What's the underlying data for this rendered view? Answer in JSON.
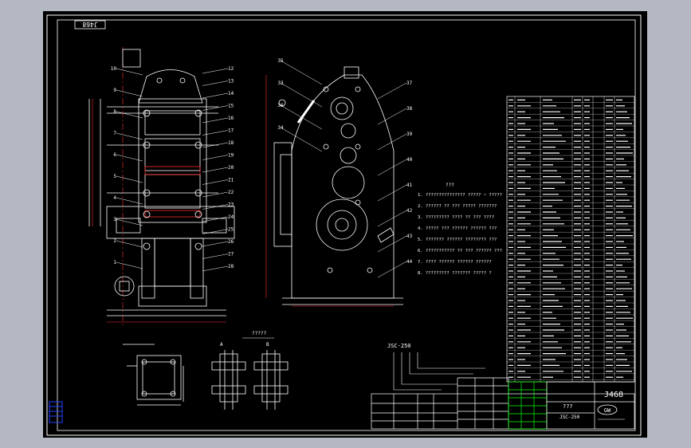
{
  "drawing": {
    "frame_code": "J468",
    "title_code": "J468",
    "title_small": "???",
    "model": "JSC-250",
    "logo": "GW",
    "notes_heading": "???",
    "section_label": "?????",
    "view_label_a": "A",
    "view_label_b": "B"
  },
  "notes": [
    "1. ??????????????? ????? ~ ?????",
    "2. ?????? ?? ??? ????? ???????",
    "3. ????????? ???? ?? ??? ????",
    "4. ????? ??? ?????? ?????? ???",
    "5. ??????? ?????? ???????? ???",
    "6. ??????????? ?? ??? ?????? ???",
    "7. ???? ?????? ?????? ??????",
    "8. ????????? ??????? ????? ?"
  ],
  "balloons_left": [
    "10",
    "9",
    "8",
    "7",
    "6",
    "5",
    "4",
    "3",
    "2",
    "1"
  ],
  "balloons_right": [
    "12",
    "13",
    "14",
    "15",
    "16",
    "17",
    "18",
    "19",
    "20",
    "21",
    "22",
    "23",
    "24",
    "25",
    "26",
    "27",
    "28"
  ],
  "balloons_side_left": [
    "35",
    "33",
    "36",
    "34"
  ],
  "balloons_side_right": [
    "37",
    "38",
    "39",
    "40",
    "41",
    "42",
    "43",
    "44"
  ],
  "colors": {
    "frame": "#ffffff",
    "line": "#ffffff",
    "dimension": "#ff3030",
    "accent": "#00ff00",
    "cyan": "#00d0ff",
    "yellow": "#ffff00",
    "magenta": "#ff40ff",
    "blue": "#2040ff"
  }
}
